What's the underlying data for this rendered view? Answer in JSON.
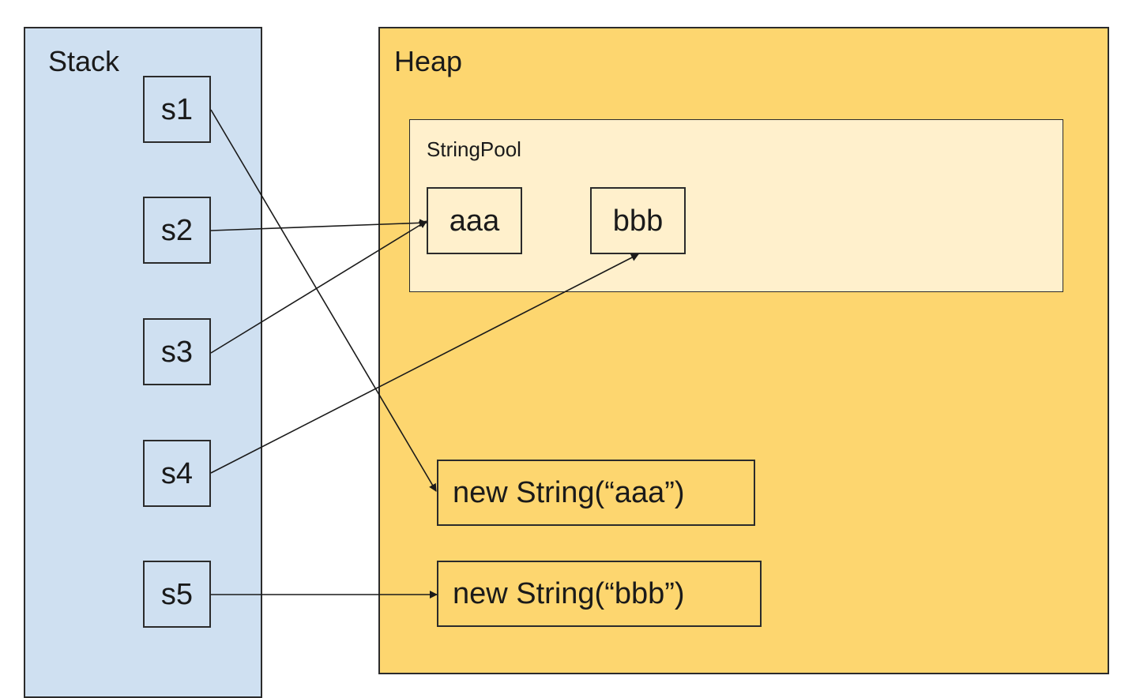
{
  "stack": {
    "label": "Stack",
    "variables": [
      "s1",
      "s2",
      "s3",
      "s4",
      "s5"
    ]
  },
  "heap": {
    "label": "Heap",
    "string_pool": {
      "label": "StringPool",
      "literals": [
        "aaa",
        "bbb"
      ]
    },
    "objects": [
      "new String(“aaa”)",
      "new String(“bbb”)"
    ]
  },
  "references": [
    {
      "from": "s1",
      "to": "new String(“aaa”)"
    },
    {
      "from": "s2",
      "to": "aaa"
    },
    {
      "from": "s3",
      "to": "aaa"
    },
    {
      "from": "s4",
      "to": "bbb"
    },
    {
      "from": "s5",
      "to": "new String(“bbb”)"
    }
  ],
  "colors": {
    "stack_fill": "#cfe0f1",
    "heap_fill": "#fdd66f",
    "pool_fill": "#fff0cc",
    "stroke": "#2b2b2b"
  }
}
